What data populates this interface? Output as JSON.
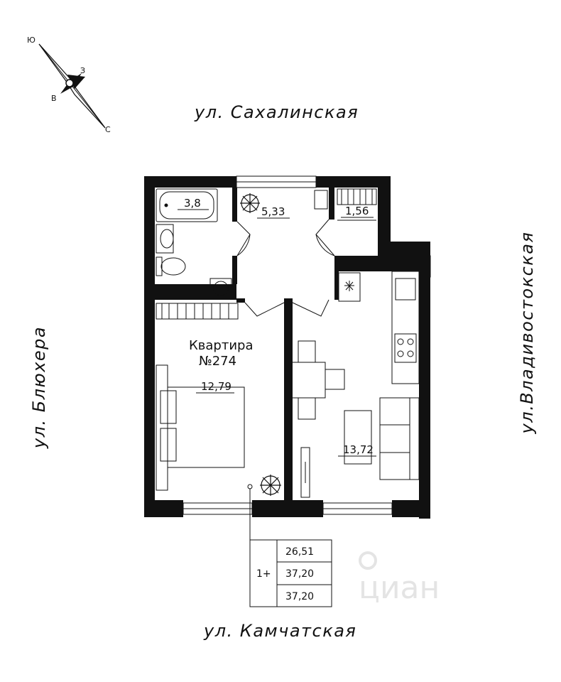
{
  "streets": {
    "top": "ул. Сахалинская",
    "bottom": "ул. Камчатская",
    "left": "ул. Блюхера",
    "right": "ул.Владивостокская"
  },
  "compass": {
    "north": "С",
    "south": "Ю",
    "east": "В",
    "west": "З"
  },
  "apartment": {
    "label": "Квартира",
    "number": "№274"
  },
  "rooms": {
    "bathroom": "3,8",
    "hall": "5,33",
    "wardrobe": "1,56",
    "bedroom": "12,79",
    "kitchen_living": "13,72"
  },
  "summary_table": {
    "type": "1+",
    "living_area": "26,51",
    "total_area": "37,20",
    "total_area_with_balcony": "37,20"
  },
  "watermark": "циан"
}
